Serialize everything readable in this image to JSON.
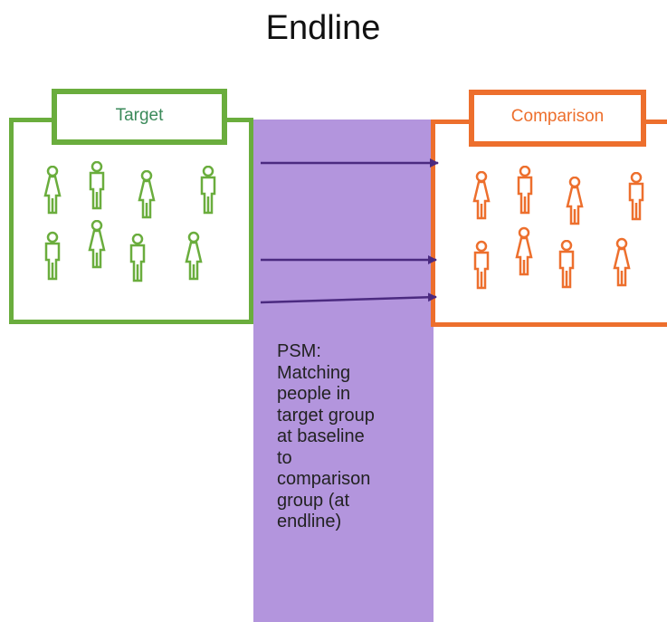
{
  "title": "Endline",
  "groups": {
    "target": {
      "label": "Target",
      "color": "#6aad3d",
      "label_color": "#3b8a5a",
      "people_count": 8
    },
    "comparison": {
      "label": "Comparison",
      "color": "#ed6f2d",
      "people_count": 8
    }
  },
  "band": {
    "color": "#b395dd",
    "text": "PSM:\nMatching\npeople in\ntarget group\nat baseline\nto\ncomparison\ngroup (at\nendline)"
  },
  "arrows": {
    "count": 3,
    "color": "#4b2a80"
  }
}
